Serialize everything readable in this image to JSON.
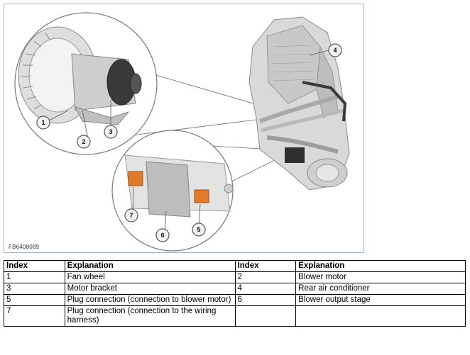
{
  "figure": {
    "id_label": "FB6408089",
    "callouts": [
      "1",
      "2",
      "3",
      "4",
      "5",
      "6",
      "7"
    ]
  },
  "legend": {
    "headers": [
      "Index",
      "Explanation",
      "Index",
      "Explanation"
    ],
    "rows": [
      [
        "1",
        "Fan wheel",
        "2",
        "Blower motor"
      ],
      [
        "3",
        "Motor bracket",
        "4",
        "Rear air conditioner"
      ],
      [
        "5",
        "Plug connection (connection to blower motor)",
        "6",
        "Blower output stage"
      ],
      [
        "7",
        "Plug connection (connection to the wiring harness)",
        "",
        ""
      ]
    ]
  }
}
